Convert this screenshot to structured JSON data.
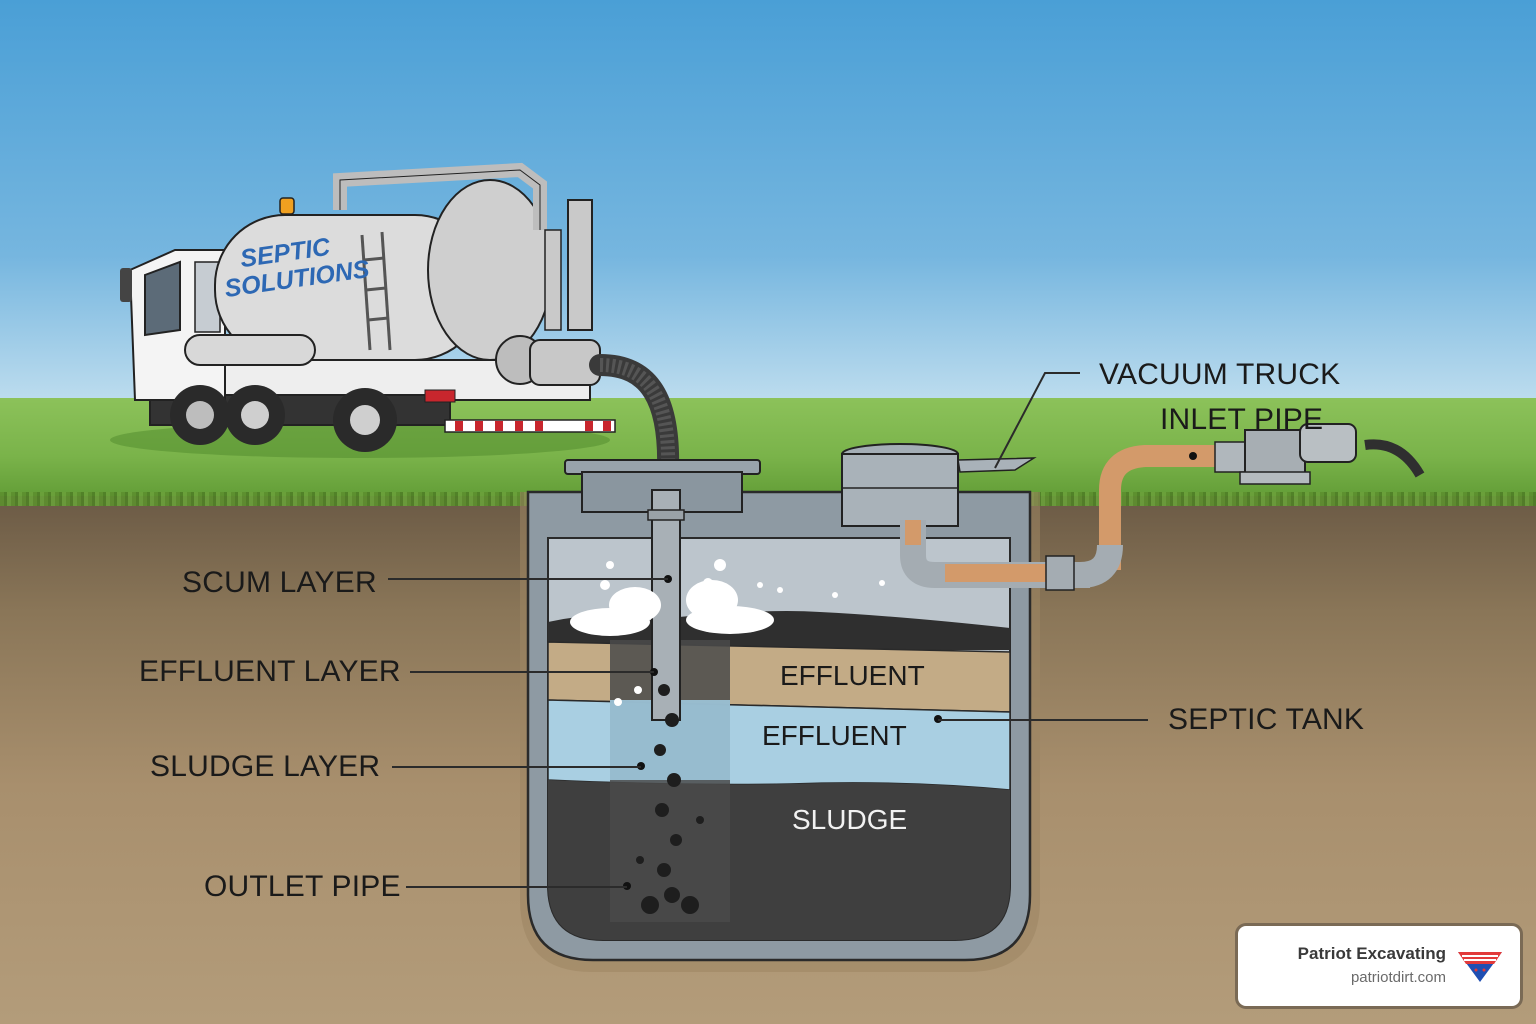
{
  "title": "Septic tank pumping with vacuum truck",
  "truck": {
    "brand_line1": "SEPTIC",
    "brand_line2": "SOLUTIONS"
  },
  "labels": {
    "scum_layer": "SCUM LAYER",
    "effluent_layer": "EFFLUENT LAYER",
    "sludge_layer": "SLUDGE LAYER",
    "outlet_pipe": "OUTLET PIPE",
    "vacuum_truck": "VACUUM TRUCK",
    "inlet_pipe": "INLET PIPE",
    "septic_tank": "SEPTIC TANK"
  },
  "tank_layers": {
    "upper_effluent": "EFFLUENT",
    "lower_effluent": "EFFLUENT",
    "sludge": "SLUDGE"
  },
  "badge": {
    "company": "Patriot Excavating",
    "url": "patriotdirt.com"
  },
  "colors": {
    "sky": "#4a9fd6",
    "grass": "#7ab34a",
    "soil": "#a88f6d",
    "effluent_tan": "#c3ab86",
    "effluent_blue": "#a9cfe2",
    "sludge": "#3f3f3f",
    "brand_blue": "#2d68b4",
    "pipe_copper": "#d39a6a"
  }
}
